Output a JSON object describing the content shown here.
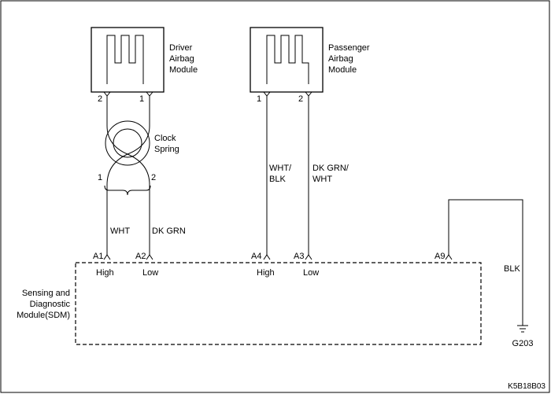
{
  "modules": {
    "driver": {
      "label_lines": [
        "Driver",
        "Airbag",
        "Module"
      ],
      "pins": [
        "2",
        "1"
      ]
    },
    "passenger": {
      "label_lines": [
        "Passenger",
        "Airbag",
        "Module"
      ],
      "pins": [
        "1",
        "2"
      ]
    }
  },
  "clock_spring": {
    "label_lines": [
      "Clock",
      "Spring"
    ],
    "pins": [
      "1",
      "2"
    ]
  },
  "wires": {
    "a1": "WHT",
    "a2": "DK GRN",
    "a4_lines": [
      "WHT/",
      "BLK"
    ],
    "a3_lines": [
      "DK GRN/",
      "WHT"
    ],
    "ground": "BLK"
  },
  "sdm": {
    "label_lines": [
      "Sensing and",
      "Diagnostic",
      "Module(SDM)"
    ],
    "connectors": [
      {
        "id": "A1",
        "signal": "High"
      },
      {
        "id": "A2",
        "signal": "Low"
      },
      {
        "id": "A4",
        "signal": "High"
      },
      {
        "id": "A3",
        "signal": "Low"
      },
      {
        "id": "A9",
        "signal": ""
      }
    ]
  },
  "ground_label": "G203",
  "figure_code": "K5B18B03"
}
